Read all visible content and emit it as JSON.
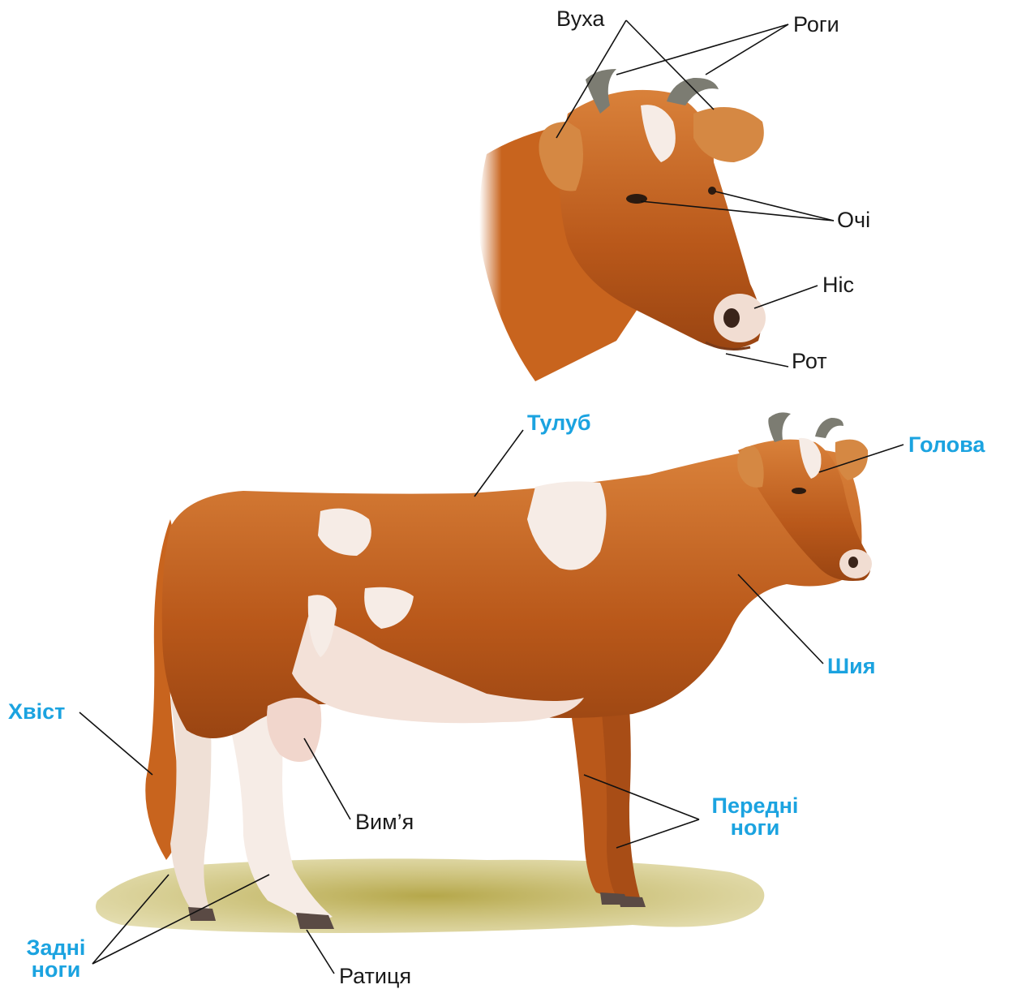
{
  "head_labels": {
    "ears": "Вуха",
    "horns": "Роги",
    "eyes": "Очі",
    "nose": "Ніс",
    "mouth": "Рот"
  },
  "body_labels": {
    "torso": "Тулуб",
    "head": "Голова",
    "neck": "Шия",
    "tail": "Хвіст",
    "udder": "Вим’я",
    "front_legs_line1": "Передні",
    "front_legs_line2": "ноги",
    "hind_legs_line1": "Задні",
    "hind_legs_line2": "ноги",
    "hoof": "Ратиця"
  },
  "colors": {
    "part_label": "#1ba3e0",
    "detail_label": "#1a1a1a",
    "cow_fur": "#c8641e",
    "cow_white": "#f6ece6",
    "grass": "#b5a74a"
  }
}
